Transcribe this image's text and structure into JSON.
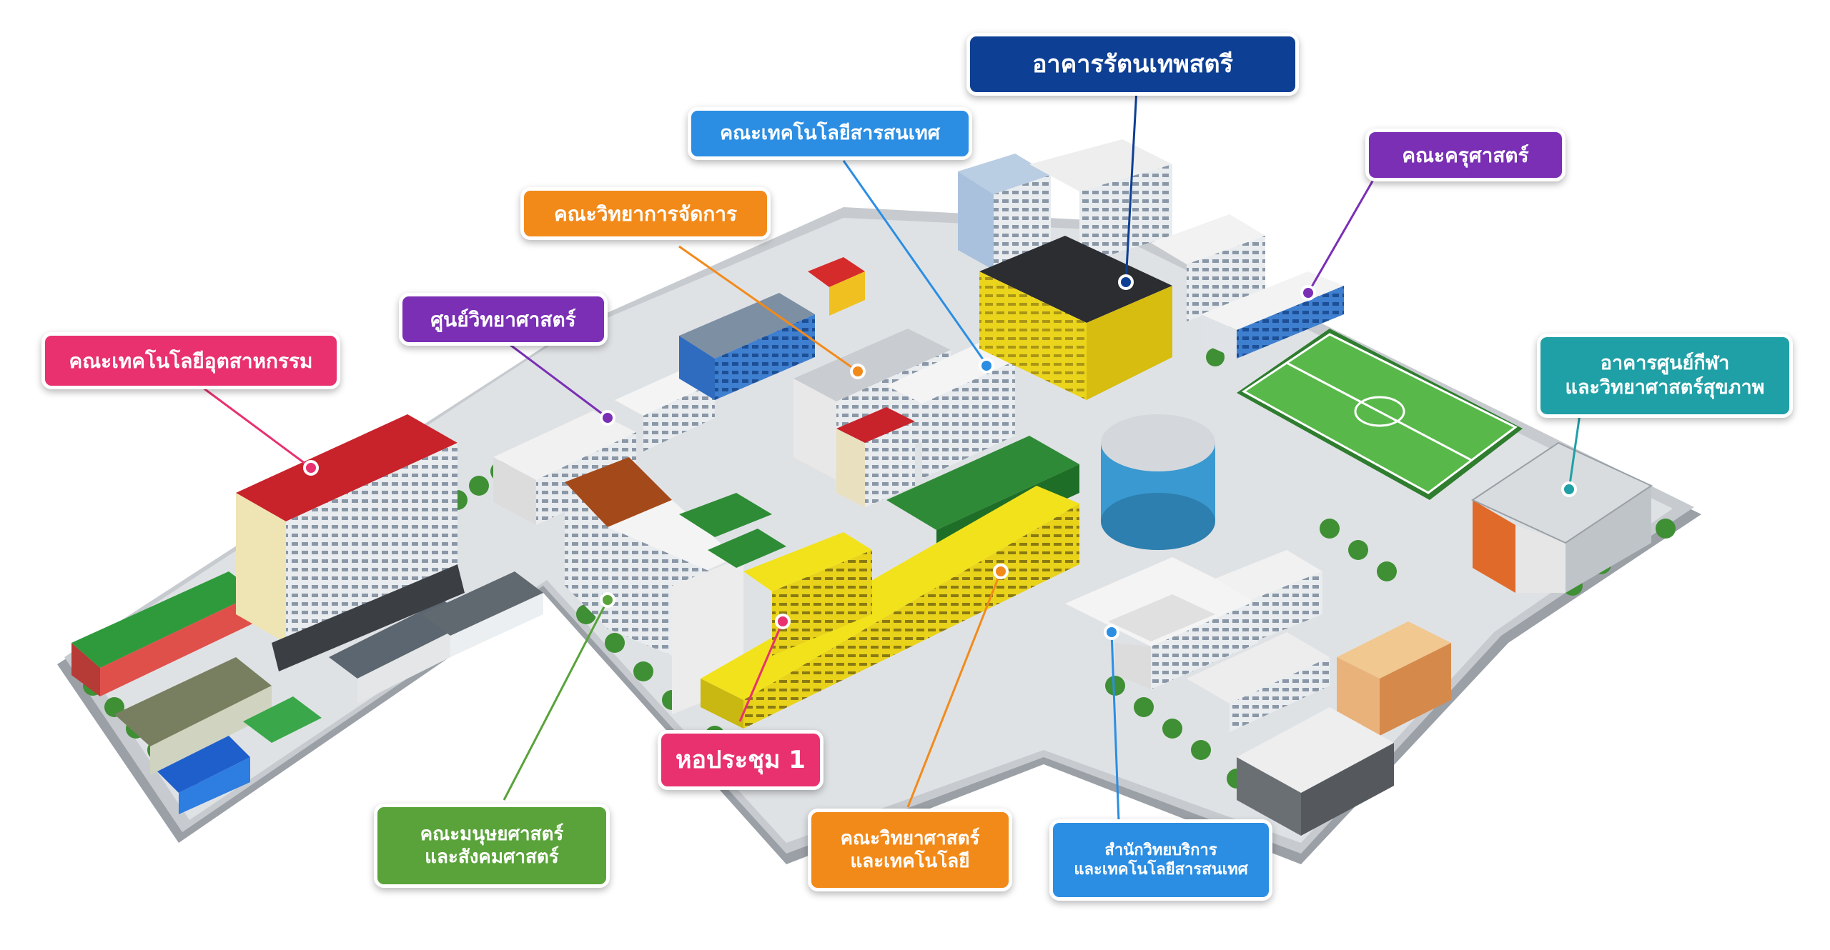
{
  "colors": {
    "navy": "#0d3f94",
    "blue": "#2b8ee3",
    "purple": "#7a2fb5",
    "orange": "#f28a1a",
    "pink": "#e8316e",
    "green": "#5aa33a",
    "teal": "#1fa0a6",
    "field": "#59b84a"
  },
  "labels": {
    "rattana": [
      "อาคารรัตนเทพสตรี"
    ],
    "it": [
      "คณะเทคโนโลยีสารสนเทศ"
    ],
    "edu": [
      "คณะครุศาสตร์"
    ],
    "mgmt": [
      "คณะวิทยาการจัดการ"
    ],
    "scicenter": [
      "ศูนย์วิทยาศาสตร์"
    ],
    "indtech": [
      "คณะเทคโนโลยีอุตสาหกรรม"
    ],
    "sports": [
      "อาคารศูนย์กีฬา",
      "และวิทยาศาสตร์สุขภาพ"
    ],
    "hall": [
      "หอประชุม 1"
    ],
    "human": [
      "คณะมนุษยศาสตร์",
      "และสังคมศาสตร์"
    ],
    "scitech": [
      "คณะวิทยาศาสตร์",
      "และเทคโนโลยี"
    ],
    "office": [
      "สำนักวิทยบริการ",
      "และเทคโนโลยีสารสนเทศ"
    ]
  }
}
